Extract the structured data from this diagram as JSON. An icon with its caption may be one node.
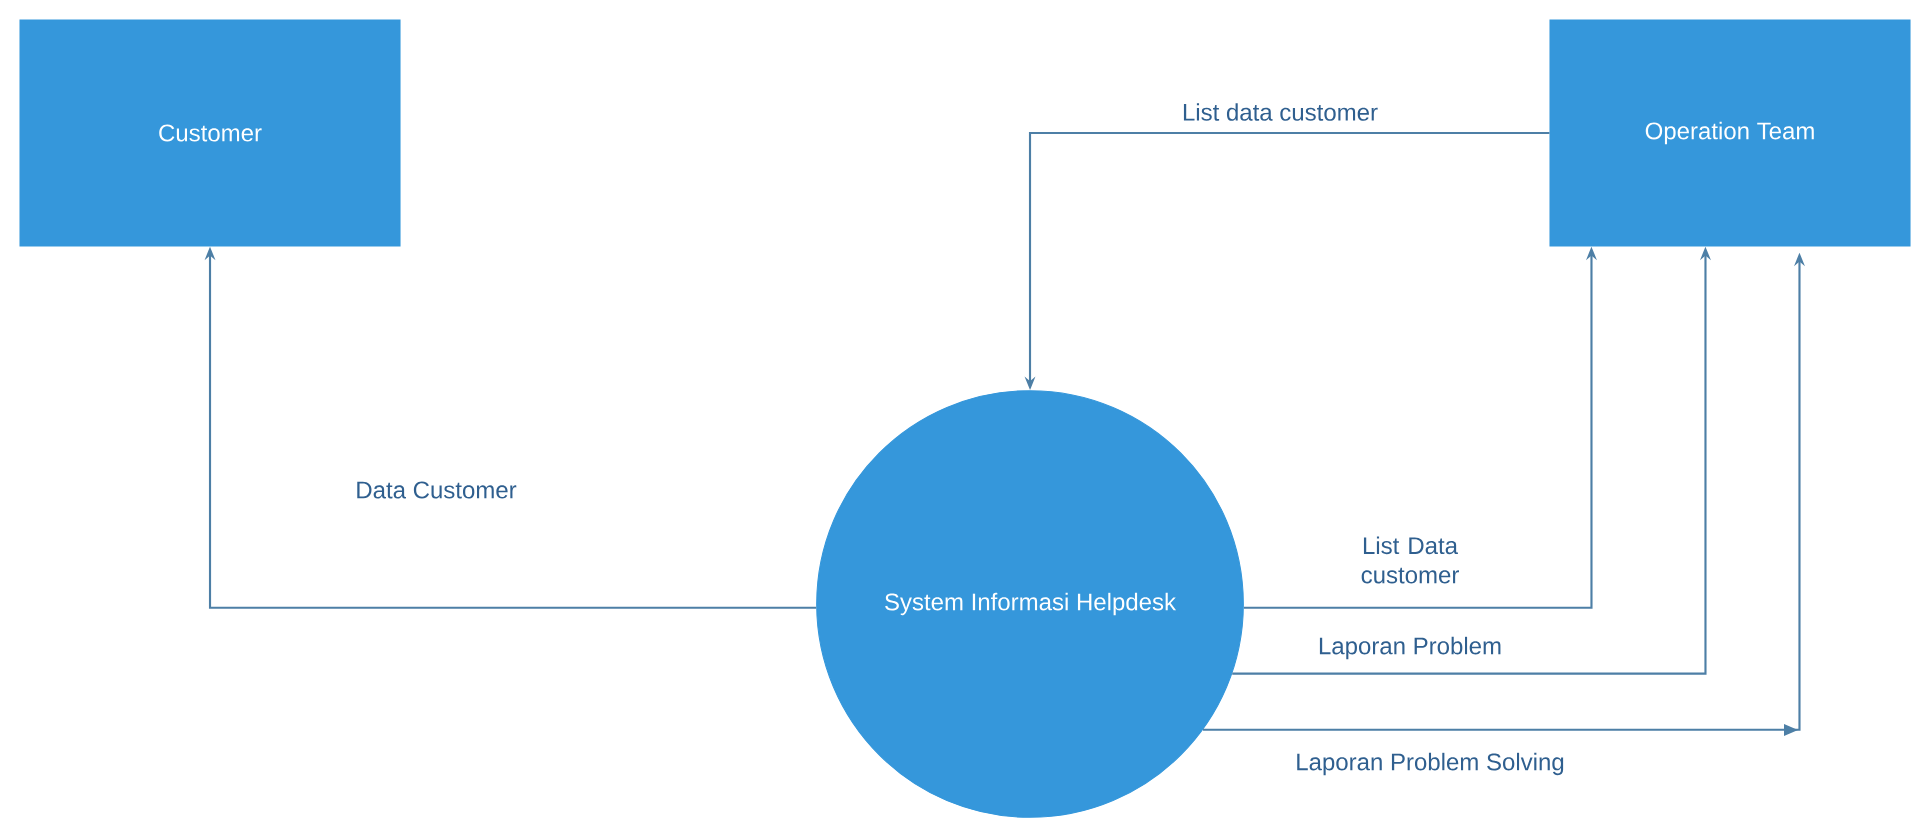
{
  "diagram": {
    "nodes": [
      {
        "text": [
          "Customer"
        ]
      },
      {
        "text": [
          "Operation Team"
        ]
      },
      {
        "text": [
          "System Informasi Helpdesk"
        ]
      }
    ],
    "edges": [
      {
        "from": 2,
        "to": 0,
        "arrow": "to",
        "label": "Data Customer"
      },
      {
        "from": 1,
        "to": 2,
        "arrow": "to",
        "label": "List data customer"
      },
      {
        "from": 2,
        "to": 1,
        "arrow": "to",
        "label": "List Data customer"
      },
      {
        "from": 2,
        "to": 1,
        "arrow": "to",
        "label": "Laporan Problem"
      },
      {
        "from": 2,
        "to": 1,
        "arrow": "to",
        "label": "Laporan Problem Solving"
      }
    ]
  }
}
